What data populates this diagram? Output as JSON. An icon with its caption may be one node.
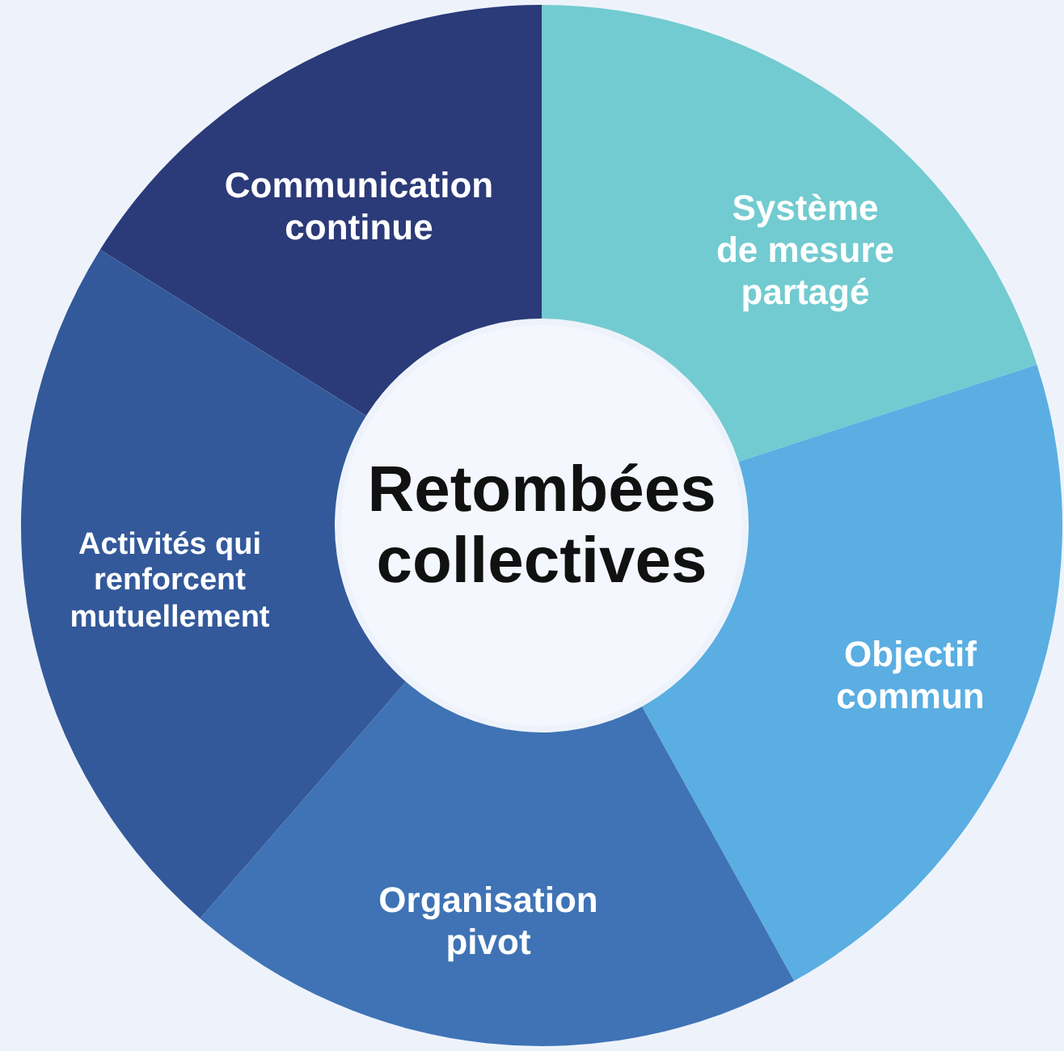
{
  "diagram": {
    "nodes": [
      {
        "text": [
          "Retombées collectives"
        ]
      },
      {
        "text": [
          "Communication continue"
        ]
      },
      {
        "text": [
          "Système de mesure partagé"
        ]
      },
      {
        "text": [
          "Objectif commun"
        ]
      },
      {
        "text": [
          "Organisation pivot"
        ]
      },
      {
        "text": [
          "Activités qui renforcent mutuellement"
        ]
      }
    ],
    "edges": []
  }
}
